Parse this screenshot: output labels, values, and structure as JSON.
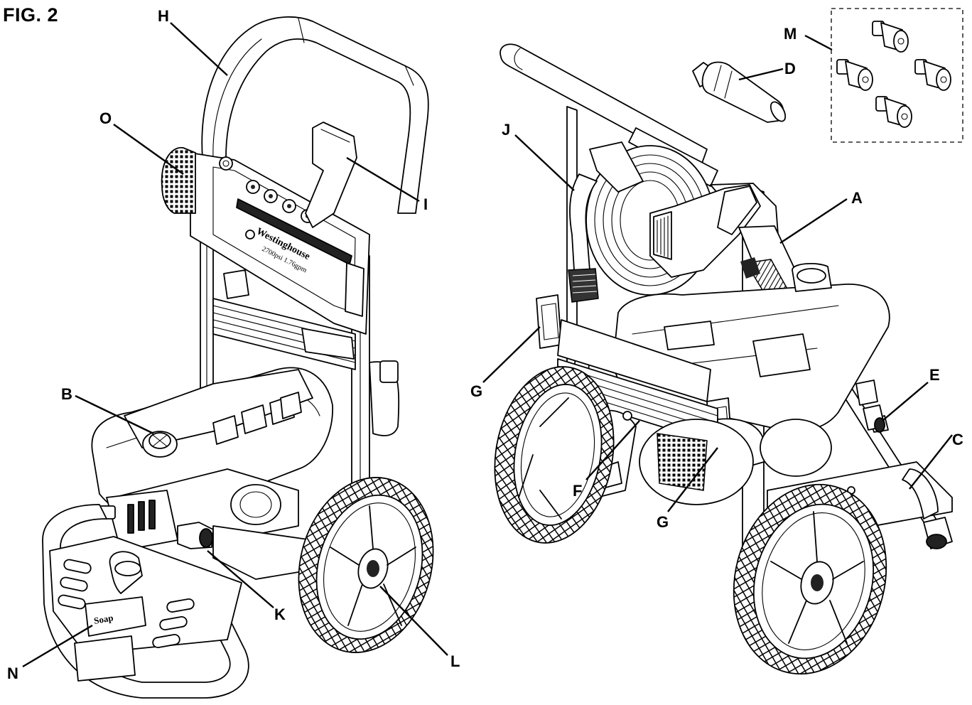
{
  "figure": {
    "title": "FIG. 2"
  },
  "decals": {
    "brand": "Westinghouse",
    "rating": "2700psi 1.76gpm",
    "soap": "Soap"
  },
  "callouts": [
    {
      "id": "H",
      "label": "H"
    },
    {
      "id": "O",
      "label": "O"
    },
    {
      "id": "I",
      "label": "I"
    },
    {
      "id": "B",
      "label": "B"
    },
    {
      "id": "K",
      "label": "K"
    },
    {
      "id": "L",
      "label": "L"
    },
    {
      "id": "N",
      "label": "N"
    },
    {
      "id": "J",
      "label": "J"
    },
    {
      "id": "D",
      "label": "D"
    },
    {
      "id": "M",
      "label": "M"
    },
    {
      "id": "A",
      "label": "A"
    },
    {
      "id": "G1",
      "label": "G"
    },
    {
      "id": "E",
      "label": "E"
    },
    {
      "id": "C",
      "label": "C"
    },
    {
      "id": "F",
      "label": "F"
    },
    {
      "id": "G2",
      "label": "G"
    }
  ]
}
